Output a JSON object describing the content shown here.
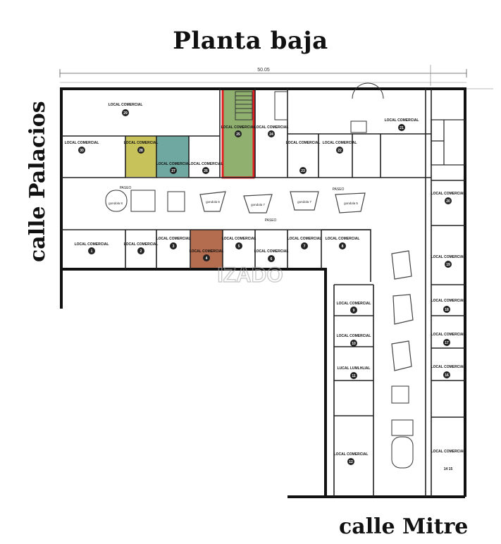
{
  "title": "Planta baja",
  "streets": {
    "left": "calle Palacios",
    "bottom": "calle Mitre"
  },
  "dimension_top": "50.05",
  "watermark": "IZADO",
  "corridor_label": "PASEO",
  "local_label": "LOCAL COMERCIAL",
  "local_label_alt": "LUCAL LUMLHLIAL",
  "gondola_labels": [
    "gondola 8",
    "gondola 6",
    "gondola 7",
    "gondola 5"
  ],
  "highlight_colors": {
    "yellow": "#c8c25a",
    "teal": "#6ea8a0",
    "green": "#8fb06e",
    "brown": "#b56d4f",
    "red": "#e02020"
  },
  "units": [
    {
      "id": "u29",
      "number": "29",
      "label": "LOCAL COMERCIAL"
    },
    {
      "id": "u30",
      "number": "30",
      "label": "LOCAL COMERCIAL"
    },
    {
      "id": "u28",
      "number": "28",
      "label": "LOCAL COMERCIAL"
    },
    {
      "id": "u27",
      "number": "27",
      "label": "LOCAL COMERCIAL"
    },
    {
      "id": "u26",
      "number": "26",
      "label": "LOCAL COMERCIAL"
    },
    {
      "id": "u25",
      "number": "25",
      "label": "LOCAL COMERCIAL"
    },
    {
      "id": "u24",
      "number": "24",
      "label": "LOCAL COMERCIAL"
    },
    {
      "id": "u23",
      "number": "23",
      "label": "LOCAL COMERCIAL"
    },
    {
      "id": "u22",
      "number": "22",
      "label": "LOCAL COMERCIAL"
    },
    {
      "id": "u21",
      "number": "21",
      "label": "LOCAL COMERCIAL"
    },
    {
      "id": "u20",
      "number": "20",
      "label": "LOCAL COMERCIAL"
    },
    {
      "id": "u19",
      "number": "19",
      "label": "LOCAL COMERCIAL"
    },
    {
      "id": "u18",
      "number": "18",
      "label": "LOCAL COMERCIAL"
    },
    {
      "id": "u17",
      "number": "17",
      "label": "LOCAL COMERCIAL"
    },
    {
      "id": "u16",
      "number": "16",
      "label": "LOCAL COMERCIAL"
    },
    {
      "id": "u1",
      "number": "1",
      "label": "LOCAL COMERCIAL"
    },
    {
      "id": "u2",
      "number": "2",
      "label": "LOCAL COMERCIAL"
    },
    {
      "id": "u3",
      "number": "3",
      "label": "LOCAL COMERCIAL"
    },
    {
      "id": "u4",
      "number": "4",
      "label": "LOCAL COMERCIAL"
    },
    {
      "id": "u5",
      "number": "5",
      "label": "LOCAL COMERCIAL"
    },
    {
      "id": "u6",
      "number": "6",
      "label": "LOCAL COMERCIAL"
    },
    {
      "id": "u7",
      "number": "7",
      "label": "LOCAL COMERCIAL"
    },
    {
      "id": "u8",
      "number": "8",
      "label": "LOCAL COMERCIAL"
    },
    {
      "id": "u9",
      "number": "9",
      "label": "LOCAL COMERCIAL"
    },
    {
      "id": "u10",
      "number": "10",
      "label": "LOCAL COMERCIAL"
    },
    {
      "id": "u11",
      "number": "11",
      "label": "LUCAL LUMLHLIAL"
    },
    {
      "id": "u12",
      "number": "12",
      "label": "LOCAL COMERCIAL"
    },
    {
      "id": "u14",
      "number": "14 15",
      "label": "LOCAL COMERCIAL"
    }
  ]
}
